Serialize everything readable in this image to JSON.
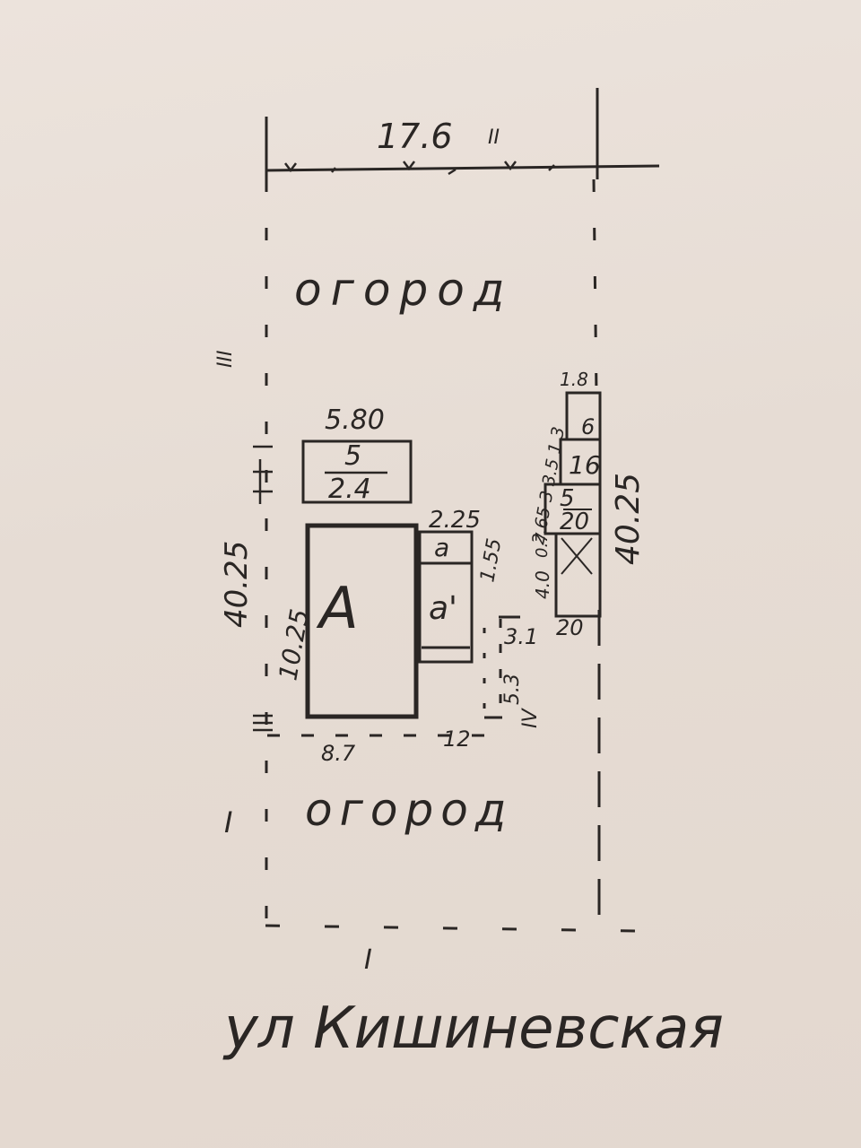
{
  "plan": {
    "top_width": "17.6",
    "side_label_top": "II",
    "side_label_left": "III",
    "side_label_bottom": "I",
    "side_label_left_lower": "I",
    "side_label_iv": "IV",
    "left_length": "40.25",
    "right_length": "40.25",
    "garden_top": "огород",
    "garden_bottom": "огород",
    "street": "ул Кишиневская",
    "shed": {
      "width": "5.80",
      "top": "5",
      "bottom": "2.4"
    },
    "house": {
      "letter": "А",
      "depth": "10.25",
      "width": "8.7"
    },
    "annex": {
      "letter": "а",
      "letter2": "а'",
      "width": "2.25",
      "depth": "1.55"
    },
    "dims_misc": {
      "d12": "12",
      "d31": "3.1",
      "d53": "5.3"
    },
    "outbuildings": {
      "top_dim": "1.8",
      "side_dims": "2.65  3  3.5  1.3",
      "cell_a": "6",
      "cell_b": "16",
      "cell_c_top": "5",
      "cell_c_bottom": "20",
      "d07": "0.7",
      "d40": "4.0",
      "bottom": "20"
    }
  }
}
